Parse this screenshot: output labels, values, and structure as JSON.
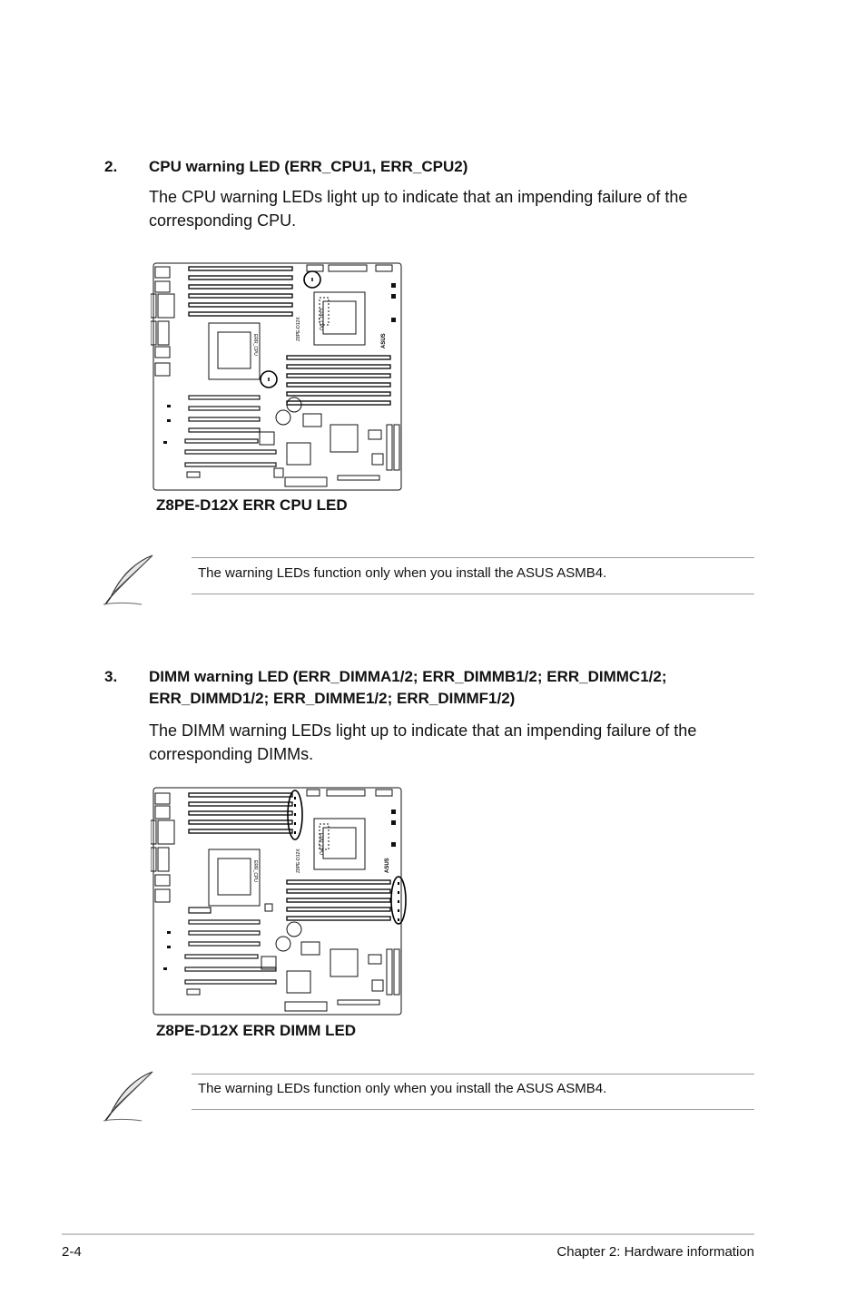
{
  "section_cpu": {
    "number": "2.",
    "heading": "CPU warning LED (ERR_CPU1, ERR_CPU2)",
    "body_line1": "The CPU warning LEDs light up to indicate that an impending failure of the",
    "body_line2": "corresponding CPU.",
    "figure_caption": "Z8PE-D12X ERR CPU LED",
    "board_label": "Z8PE-D12X",
    "brand_label": "ASUS",
    "cpu_label": "ERR_CPU"
  },
  "note_1": {
    "text": "The warning LEDs function only when you install the ASUS ASMB4.",
    "icon": "feather-quill-icon"
  },
  "section_dimm": {
    "number": "3.",
    "heading_line1": "DIMM warning LED (ERR_DIMMA1/2; ERR_DIMMB1/2; ERR_DIMMC1/2;",
    "heading_line2": "ERR_DIMMD1/2; ERR_DIMME1/2; ERR_DIMMF1/2)",
    "body_line1": "The DIMM warning LEDs light up to indicate that an impending failure of the",
    "body_line2": "corresponding DIMMs.",
    "figure_caption": "Z8PE-D12X ERR DIMM LED",
    "board_label": "Z8PE-D12X",
    "brand_label": "ASUS",
    "cpu_label": "ERR_CPU"
  },
  "note_2": {
    "text": "The warning LEDs function only when you install the ASUS ASMB4.",
    "icon": "feather-quill-icon"
  },
  "footer": {
    "page": "2-4",
    "chapter": "Chapter 2: Hardware information"
  }
}
